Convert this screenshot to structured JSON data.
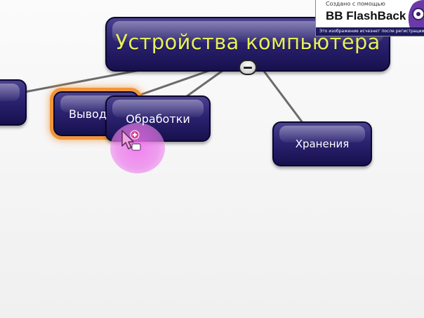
{
  "mindmap": {
    "root": {
      "label": "Устройства компьютера"
    },
    "branches": {
      "left": {
        "label": ""
      },
      "output": {
        "label": "Вывод"
      },
      "processing": {
        "label": "Обработки"
      },
      "storage": {
        "label": "Хранения"
      }
    },
    "collapse_icon": "minus-icon",
    "cursor_icon": "hand-pointer-add-icon"
  },
  "watermark": {
    "created_with": "Создано с помощью",
    "brand": "BB FlashBack",
    "notice": "Это изображение исчезнет после регистрации"
  },
  "colors": {
    "node_fill": "#2b2370",
    "root_text": "#e8ef5a",
    "selected_glow": "#f0963a",
    "cursor_highlight": "#ec7aec",
    "connector": "#666666"
  }
}
